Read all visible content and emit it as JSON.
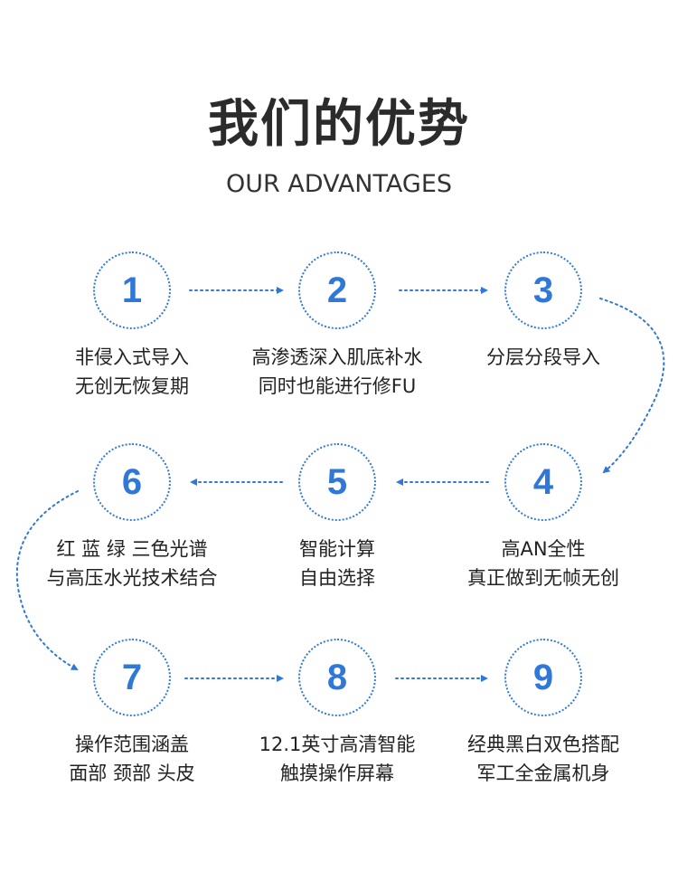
{
  "header": {
    "title": "我们的优势",
    "subtitle": "OUR ADVANTAGES"
  },
  "accent_color": "#2f78d8",
  "steps": [
    {
      "number": "1",
      "line1": "非侵入式导入",
      "line2": "无创无恢复期"
    },
    {
      "number": "2",
      "line1": "高渗透深入肌底补水",
      "line2": "同时也能进行修FU"
    },
    {
      "number": "3",
      "line1": "分层分段导入",
      "line2": ""
    },
    {
      "number": "4",
      "line1": "高AN全性",
      "line2": "真正做到无帧无创"
    },
    {
      "number": "5",
      "line1": "智能计算",
      "line2": "自由选择"
    },
    {
      "number": "6",
      "line1": "红 蓝 绿 三色光谱",
      "line2": "与高压水光技术结合"
    },
    {
      "number": "7",
      "line1": "操作范围涵盖",
      "line2": "面部 颈部 头皮"
    },
    {
      "number": "8",
      "line1": "12.1英寸高清智能",
      "line2": "触摸操作屏幕"
    },
    {
      "number": "9",
      "line1": "经典黑白双色搭配",
      "line2": "军工全金属机身"
    }
  ]
}
